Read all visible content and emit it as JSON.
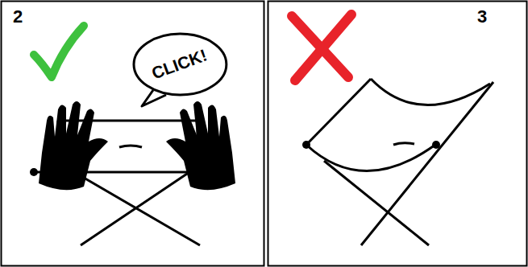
{
  "diagram": {
    "nodes": [
      {
        "text": [
          "CLICK!"
        ]
      }
    ],
    "labels": [
      "2",
      "3"
    ]
  }
}
